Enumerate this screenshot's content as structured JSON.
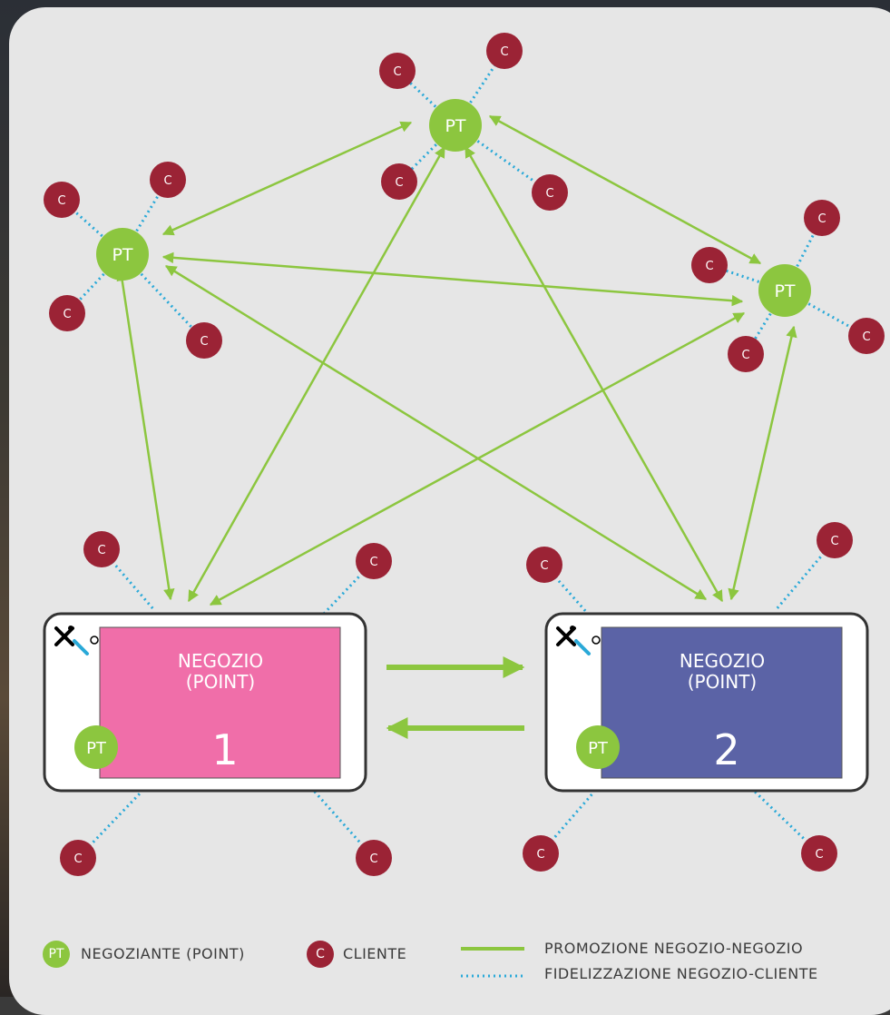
{
  "colors": {
    "pt_green": "#8cc63f",
    "client_red": "#9b2335",
    "link_dotted": "#2aa9d8",
    "shop1_fill": "#f06ea9",
    "shop2_fill": "#5b63a6",
    "panel_bg": "#e6e6e6"
  },
  "labels": {
    "pt": "PT",
    "c": "C"
  },
  "shops": [
    {
      "line1": "NEGOZIO",
      "line2": "(POINT)",
      "number": "1"
    },
    {
      "line1": "NEGOZIO",
      "line2": "(POINT)",
      "number": "2"
    }
  ],
  "legend": {
    "pt_badge": "PT",
    "pt_label": "NEGOZIANTE (POINT)",
    "c_badge": "C",
    "c_label": "CLIENTE",
    "promo_label": "PROMOZIONE NEGOZIO-NEGOZIO",
    "loyalty_label": "FIDELIZZAZIONE NEGOZIO-CLIENTE"
  },
  "icons": [
    "logo-icon"
  ]
}
